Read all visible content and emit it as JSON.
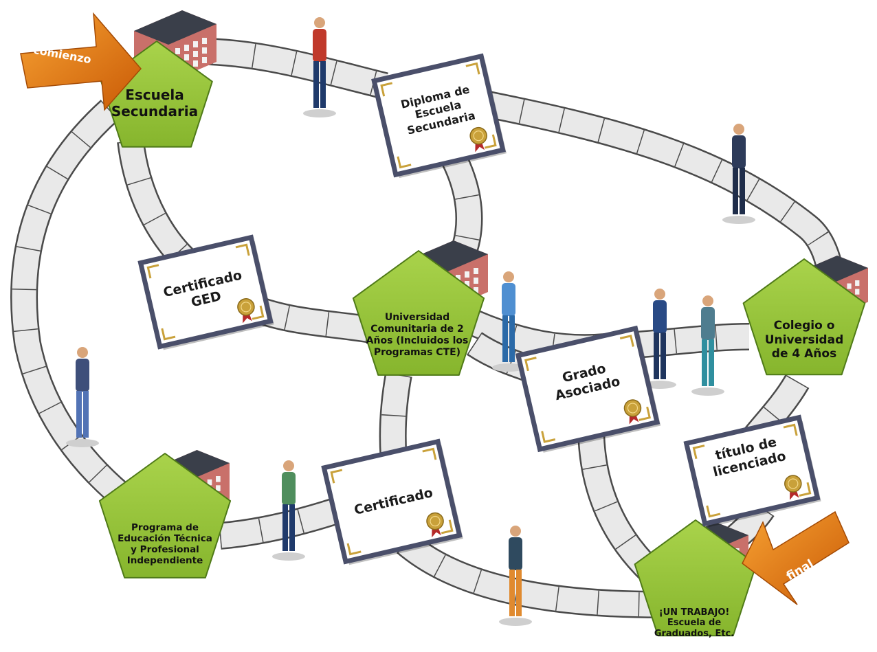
{
  "diagram": {
    "start_label": "comienzo",
    "end_label": "final",
    "colors": {
      "path_fill": "#e9e9e9",
      "path_edge": "#4a4a4a",
      "pentagon_fill": "#9cc83f",
      "pentagon_edge": "#4f7a18",
      "cert_frame": "#4a4f6a",
      "cert_fill": "#ffffff",
      "seal": "#c9a13a",
      "ribbon": "#b52a2a",
      "arrow_orange": "#e87a10"
    },
    "stations": {
      "escuela_secundaria": "Escuela\nSecundaria",
      "universidad_comunitaria": "Universidad\nComunitaria de 2\nAños (Incluidos los\nProgramas CTE)",
      "colegio_universidad": "Colegio o\nUniversidad\nde 4 Años",
      "programa_educacion": "Programa de\nEducación Técnica\ny Profesional\nIndependiente",
      "un_trabajo": "¡UN TRABAJO!\nEscuela de\nGraduados, Etc."
    },
    "certificates": {
      "diploma": "Diploma de\nEscuela\nSecundaria",
      "ged": "Certificado\nGED",
      "grado_asociado": "Grado\nAsociado",
      "certificado": "Certificado",
      "titulo_licenciado": "título de\nlicenciado"
    }
  }
}
